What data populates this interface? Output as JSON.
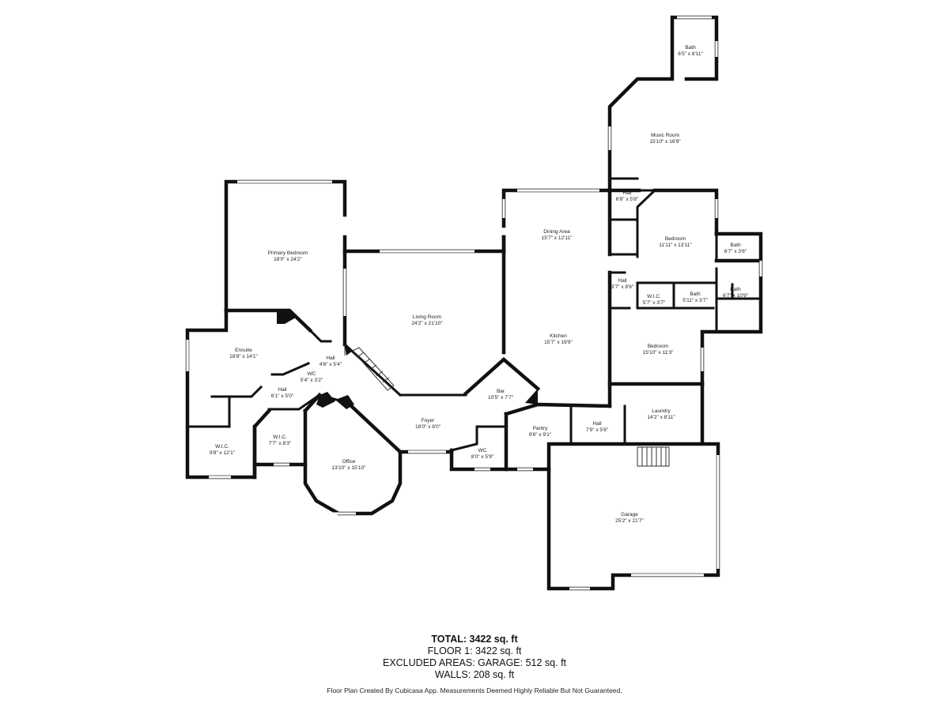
{
  "rooms": {
    "bath_top": {
      "name": "Bath",
      "dim": "6'5\" x 8'11\""
    },
    "music_room": {
      "name": "Music Room",
      "dim": "15'10\" x 16'9\""
    },
    "hall_upper": {
      "name": "Hall",
      "dim": "6'8\" x 5'8\""
    },
    "dining_area": {
      "name": "Dining Area",
      "dim": "15'7\" x 12'11\""
    },
    "bedroom_upper": {
      "name": "Bedroom",
      "dim": "11'11\" x 13'11\""
    },
    "bath_right_a": {
      "name": "Bath",
      "dim": "6'7\" x 3'6\""
    },
    "bath_right_b": {
      "name": "Bath",
      "dim": "6'7\" x 10'9\""
    },
    "hall_mid": {
      "name": "Hall",
      "dim": "3'7\" x 8'6\""
    },
    "wic_mid": {
      "name": "W.I.C.",
      "dim": "5'7\" x 3'7\""
    },
    "bath_mid": {
      "name": "Bath",
      "dim": "5'11\" x 3'7\""
    },
    "primary_bedroom": {
      "name": "Primary Bedroom",
      "dim": "18'0\" x 24'2\""
    },
    "living_room": {
      "name": "Living Room",
      "dim": "24'2\" x 21'10\""
    },
    "kitchen": {
      "name": "Kitchen",
      "dim": "15'7\" x 19'9\""
    },
    "bedroom_lower": {
      "name": "Bedroom",
      "dim": "15'10\" x 11'3\""
    },
    "ensuite": {
      "name": "Ensuite",
      "dim": "18'8\" x 14'1\""
    },
    "hall_ensuite": {
      "name": "Hall",
      "dim": "4'6\" x 5'4\""
    },
    "wc_left": {
      "name": "WC",
      "dim": "5'4\" x 3'2\""
    },
    "hall_left": {
      "name": "Hall",
      "dim": "6'1\" x 5'0\""
    },
    "bar": {
      "name": "Bar",
      "dim": "10'5\" x 7'7\""
    },
    "laundry": {
      "name": "Laundry",
      "dim": "14'2\" x 8'11\""
    },
    "foyer": {
      "name": "Foyer",
      "dim": "18'0\" x 8'0\""
    },
    "pantry": {
      "name": "Pantry",
      "dim": "9'6\" x 9'1\""
    },
    "hall_right": {
      "name": "Hall",
      "dim": "7'9\" x 5'6\""
    },
    "wic_left": {
      "name": "W.I.C.",
      "dim": "9'8\" x 12'1\""
    },
    "wic_small": {
      "name": "W.I.C.",
      "dim": "7'7\" x 8'3\""
    },
    "wc_right": {
      "name": "WC",
      "dim": "8'0\" x 5'9\""
    },
    "office": {
      "name": "Office",
      "dim": "13'10\" x 15'10\""
    },
    "garage": {
      "name": "Garage",
      "dim": "25'2\" x 21'7\""
    }
  },
  "summary": {
    "total": "TOTAL: 3422 sq. ft",
    "floor1": "FLOOR 1: 3422 sq. ft",
    "excluded": "EXCLUDED AREAS: GARAGE: 512 sq. ft",
    "walls": "WALLS: 208 sq. ft"
  },
  "credit": "Floor Plan Created By Cubicasa App. Measurements Deemed Highly Reliable But Not Guaranteed.",
  "colors": {
    "walls": "#111111",
    "background": "#ffffff"
  }
}
